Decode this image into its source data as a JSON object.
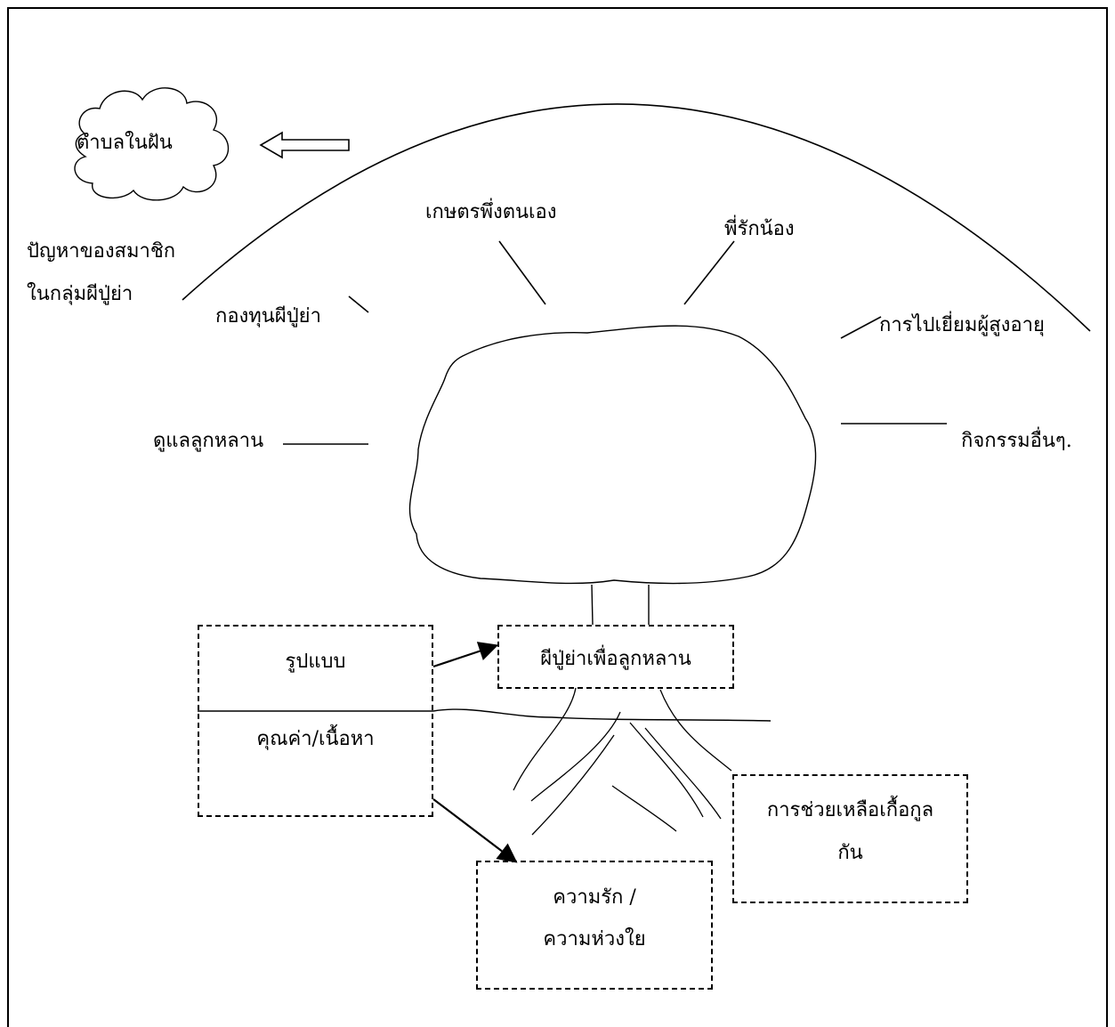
{
  "dream": {
    "label": "ตำบลในฝัน"
  },
  "branches": {
    "problems_line1": "ปัญหาของสมาชิก",
    "problems_line2": "ในกลุ่มผีปู่ย่า",
    "fund": "กองทุนผีปู่ย่า",
    "farming": "เกษตรพึ่งตนเอง",
    "siblings": "พี่รักน้อง",
    "elderly_visit": "การไปเยี่ยมผู้สูงอายุ",
    "care": "ดูแลลูกหลาน",
    "other": "กิจกรรมอื่นๆ."
  },
  "boxes": {
    "form": "รูปแบบ",
    "values": "คุณค่า/เนื้อหา",
    "trunk": "ผีปู่ย่าเพื่อลูกหลาน",
    "help_line1": "การช่วยเหลือเกื้อกูล",
    "help_line2": "กัน",
    "love_line1": "ความรัก /",
    "love_line2": "ความห่วงใย"
  }
}
